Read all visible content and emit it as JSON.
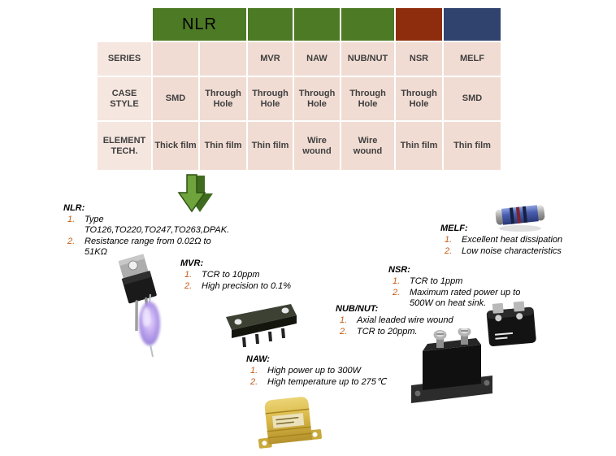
{
  "table": {
    "header": {
      "nlr_label": "NLR"
    },
    "row_labels": [
      "SERIES",
      "CASE STYLE",
      "ELEMENT TECH."
    ],
    "series": [
      "",
      "",
      "MVR",
      "NAW",
      "NUB/NUT",
      "NSR",
      "MELF"
    ],
    "case_style": [
      "SMD",
      "Through Hole",
      "Through Hole",
      "Through Hole",
      "Through Hole",
      "Through Hole",
      "SMD"
    ],
    "element_tech": [
      "Thick film",
      "Thin film",
      "Thin film",
      "Wire wound",
      "Wire wound",
      "Thin film",
      "Thin film"
    ]
  },
  "annotations": {
    "nlr": {
      "title": "NLR:",
      "items": [
        {
          "num": "1.",
          "text": "Type TO126,TO220,TO247,TO263,DPAK."
        },
        {
          "num": "2.",
          "text": "Resistance range from 0.02Ω to 51KΩ"
        }
      ]
    },
    "mvr": {
      "title": "MVR:",
      "items": [
        {
          "num": "1.",
          "text": "TCR to 10ppm"
        },
        {
          "num": "2.",
          "text": "High precision to 0.1%"
        }
      ]
    },
    "melf": {
      "title": "MELF:",
      "items": [
        {
          "num": "1.",
          "text": "Excellent heat dissipation"
        },
        {
          "num": "2.",
          "text": "Low noise characteristics"
        }
      ]
    },
    "nsr": {
      "title": "NSR:",
      "items": [
        {
          "num": "1.",
          "text": "TCR to 1ppm"
        },
        {
          "num": "2.",
          "text": "Maximum rated power up to 500W on heat sink."
        }
      ]
    },
    "nub_nut": {
      "title": "NUB/NUT:",
      "items": [
        {
          "num": "1.",
          "text": "Axial leaded wire wound"
        },
        {
          "num": "2.",
          "text": "TCR to 20ppm."
        }
      ]
    },
    "naw": {
      "title": "NAW:",
      "items": [
        {
          "num": "1.",
          "text": "High power up to 300W"
        },
        {
          "num": "2.",
          "text": "High temperature up to 275℃"
        }
      ]
    }
  },
  "colors": {
    "header_green": "#4d7a25",
    "header_red": "#8e2d0d",
    "header_blue": "#30436f",
    "cell_pink": "#f1dcd3",
    "label_pink": "#f5e6df",
    "list_number_orange": "#c55a11",
    "arrow_green": "#6fa33c"
  },
  "images": {
    "nlr_to220": "to220-package-photo",
    "nlr_purple": "purple-component-photo",
    "mvr": "mvr-flat-package-photo",
    "naw": "gold-housed-resistor-photo",
    "nub_nut": "screw-terminal-module-photo",
    "nsr": "nsr-power-package-photo",
    "melf": "melf-cylindrical-resistor-photo"
  }
}
